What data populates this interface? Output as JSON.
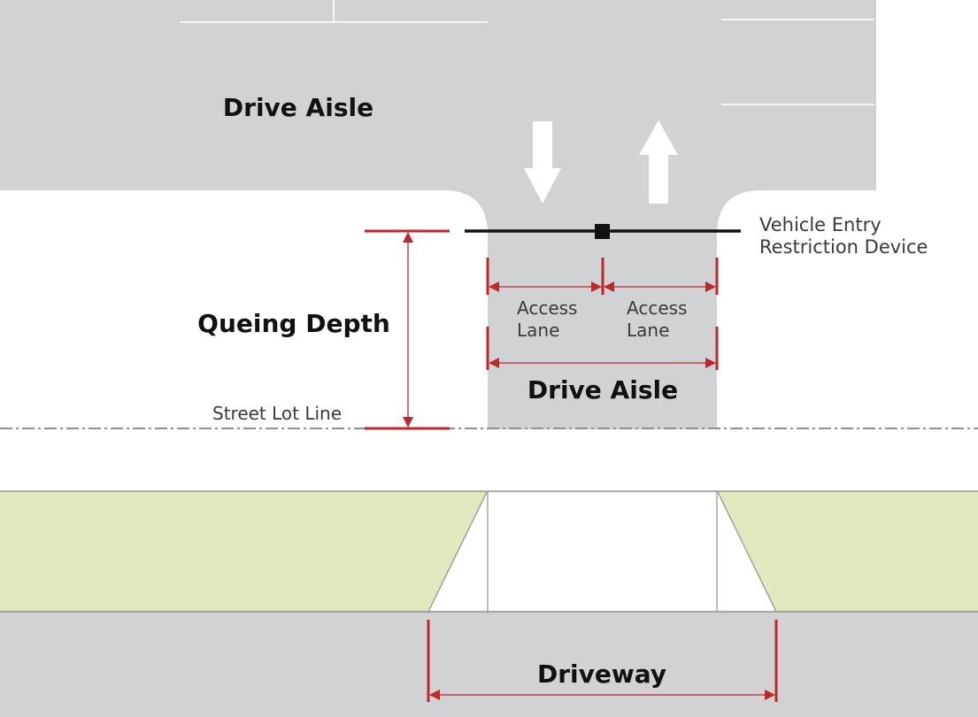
{
  "labels": {
    "drive_aisle_top": "Drive Aisle",
    "drive_aisle_center": "Drive Aisle",
    "queuing_depth": "Queing Depth",
    "street_lot_line": "Street Lot Line",
    "access_lane_left": [
      "Access",
      "Lane"
    ],
    "access_lane_right": [
      "Access",
      "Lane"
    ],
    "vehicle_entry": [
      "Vehicle Entry",
      "Restriction Device"
    ],
    "driveway": "Driveway"
  },
  "colors": {
    "pavement": "#d1d2d4",
    "lawn": "#e1e8bd",
    "dimension": "#c0272d",
    "restriction_bar": "#111111",
    "edge": "#9a9a9a"
  },
  "icons": {
    "inbound_arrow": "arrow-down-icon",
    "outbound_arrow": "arrow-up-icon",
    "restriction_post": "square-post-icon"
  }
}
